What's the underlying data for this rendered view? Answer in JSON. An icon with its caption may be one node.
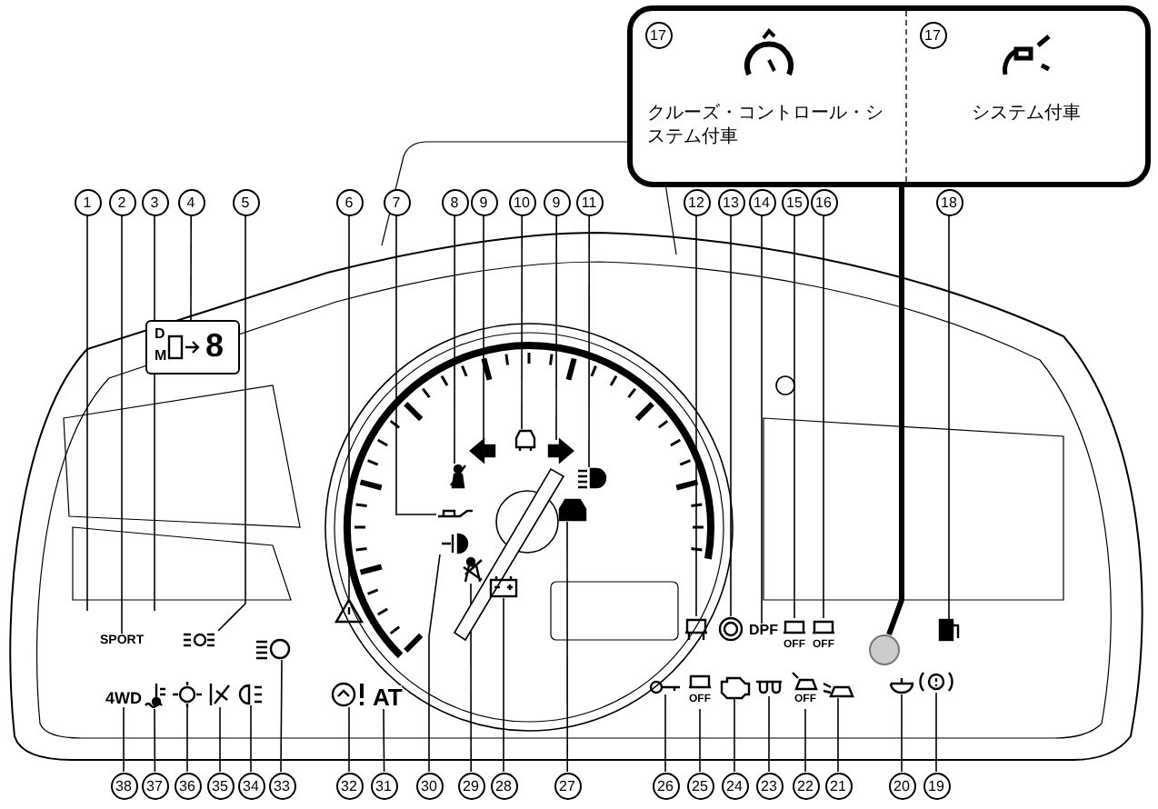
{
  "diagram": {
    "nodes": [
      {
        "text": [
          "1"
        ]
      },
      {
        "text": [
          "2"
        ]
      },
      {
        "text": [
          "3"
        ]
      },
      {
        "text": [
          "4"
        ]
      },
      {
        "text": [
          "5"
        ]
      },
      {
        "text": [
          "6"
        ]
      },
      {
        "text": [
          "7"
        ]
      },
      {
        "text": [
          "8"
        ]
      },
      {
        "text": [
          "9"
        ]
      },
      {
        "text": [
          "10"
        ]
      },
      {
        "text": [
          "9"
        ]
      },
      {
        "text": [
          "11"
        ]
      },
      {
        "text": [
          "12"
        ]
      },
      {
        "text": [
          "13"
        ]
      },
      {
        "text": [
          "14"
        ]
      },
      {
        "text": [
          "15"
        ]
      },
      {
        "text": [
          "16"
        ]
      },
      {
        "text": [
          "18"
        ]
      },
      {
        "text": [
          "38"
        ]
      },
      {
        "text": [
          "37"
        ]
      },
      {
        "text": [
          "36"
        ]
      },
      {
        "text": [
          "35"
        ]
      },
      {
        "text": [
          "34"
        ]
      },
      {
        "text": [
          "33"
        ]
      },
      {
        "text": [
          "32"
        ]
      },
      {
        "text": [
          "31"
        ]
      },
      {
        "text": [
          "30"
        ]
      },
      {
        "text": [
          "29"
        ]
      },
      {
        "text": [
          "28"
        ]
      },
      {
        "text": [
          "27"
        ]
      },
      {
        "text": [
          "26"
        ]
      },
      {
        "text": [
          "25"
        ]
      },
      {
        "text": [
          "24"
        ]
      },
      {
        "text": [
          "23"
        ]
      },
      {
        "text": [
          "22"
        ]
      },
      {
        "text": [
          "21"
        ]
      },
      {
        "text": [
          "20"
        ]
      },
      {
        "text": [
          "19"
        ]
      },
      {
        "text": [],
        "shape": "box"
      },
      {
        "text": [
          "17",
          "クルーズ・コントロール・システム付車"
        ],
        "in": 38
      },
      {
        "text": [
          "17",
          "システム付車"
        ],
        "in": 38
      },
      {
        "text": [],
        "shape": "circle"
      },
      {
        "text": [
          "D",
          "M",
          "8"
        ]
      },
      {
        "text": [
          "SPORT"
        ]
      },
      {
        "text": [],
        "shape": "circle"
      },
      {
        "text": [],
        "shape": "picture"
      },
      {
        "text": [],
        "shape": "picture"
      },
      {
        "text": [],
        "shape": "picture"
      },
      {
        "text": [],
        "shape": "picture"
      },
      {
        "text": [],
        "shape": "picture"
      },
      {
        "text": [],
        "shape": "picture"
      },
      {
        "text": [],
        "shape": "box"
      },
      {
        "text": [],
        "shape": "picture"
      },
      {
        "text": [],
        "shape": "picture"
      },
      {
        "text": [
          "DPF"
        ]
      },
      {
        "text": [
          "OFF"
        ]
      },
      {
        "text": [
          "OFF"
        ]
      },
      {
        "text": [],
        "shape": "box"
      },
      {
        "text": [
          "4WD"
        ]
      },
      {
        "text": [],
        "shape": "circle"
      },
      {
        "text": [],
        "shape": "picture"
      },
      {
        "text": [],
        "shape": "picture"
      },
      {
        "text": [],
        "shape": "picture"
      },
      {
        "text": [],
        "shape": "circle"
      },
      {
        "text": [],
        "shape": "picture"
      },
      {
        "text": [
          "AT"
        ]
      },
      {
        "text": [],
        "shape": "picture"
      },
      {
        "text": [],
        "shape": "circle"
      },
      {
        "text": [],
        "shape": "box"
      },
      {
        "text": [],
        "shape": "box"
      },
      {
        "text": [],
        "shape": "picture"
      },
      {
        "text": [
          "OFF"
        ]
      },
      {
        "text": [],
        "shape": "picture"
      },
      {
        "text": [],
        "shape": "picture"
      },
      {
        "text": [
          "OFF"
        ]
      },
      {
        "text": [],
        "shape": "picture"
      },
      {
        "text": [],
        "shape": "picture"
      },
      {
        "text": [],
        "shape": "circle"
      }
    ],
    "edges": [
      {
        "from": 0,
        "to": null,
        "arrow": "none"
      },
      {
        "from": 1,
        "to": 43,
        "arrow": "none"
      },
      {
        "from": 2,
        "to": null,
        "arrow": "none"
      },
      {
        "from": 3,
        "to": 42,
        "arrow": "none"
      },
      {
        "from": 4,
        "to": 44,
        "arrow": "none"
      },
      {
        "from": 5,
        "to": 45,
        "arrow": "none"
      },
      {
        "from": 6,
        "to": 46,
        "arrow": "none"
      },
      {
        "from": 7,
        "to": 47,
        "arrow": "none"
      },
      {
        "from": 8,
        "to": 48,
        "arrow": "none"
      },
      {
        "from": 9,
        "to": 49,
        "arrow": "none"
      },
      {
        "from": 10,
        "to": 50,
        "arrow": "none"
      },
      {
        "from": 11,
        "to": 51,
        "arrow": "none"
      },
      {
        "from": 12,
        "to": 52,
        "arrow": "none"
      },
      {
        "from": 13,
        "to": 53,
        "arrow": "none"
      },
      {
        "from": 14,
        "to": 54,
        "arrow": "none"
      },
      {
        "from": 15,
        "to": 55,
        "arrow": "none"
      },
      {
        "from": 16,
        "to": 56,
        "arrow": "none"
      },
      {
        "from": 17,
        "to": 57,
        "arrow": "none"
      },
      {
        "from": 18,
        "to": 58,
        "arrow": "none"
      },
      {
        "from": 19,
        "to": 59,
        "arrow": "none"
      },
      {
        "from": 20,
        "to": 60,
        "arrow": "none"
      },
      {
        "from": 21,
        "to": 61,
        "arrow": "none"
      },
      {
        "from": 22,
        "to": 62,
        "arrow": "none"
      },
      {
        "from": 23,
        "to": 63,
        "arrow": "none"
      },
      {
        "from": 24,
        "to": 64,
        "arrow": "none"
      },
      {
        "from": 25,
        "to": 65,
        "arrow": "none"
      },
      {
        "from": 26,
        "to": 66,
        "arrow": "none"
      },
      {
        "from": 27,
        "to": 67,
        "arrow": "none"
      },
      {
        "from": 28,
        "to": 68,
        "arrow": "none"
      },
      {
        "from": 29,
        "to": 69,
        "arrow": "none"
      },
      {
        "from": 30,
        "to": 70,
        "arrow": "none"
      },
      {
        "from": 31,
        "to": 71,
        "arrow": "none"
      },
      {
        "from": 32,
        "to": 72,
        "arrow": "none"
      },
      {
        "from": 33,
        "to": 73,
        "arrow": "none"
      },
      {
        "from": 34,
        "to": 74,
        "arrow": "none"
      },
      {
        "from": 35,
        "to": 75,
        "arrow": "none"
      },
      {
        "from": 36,
        "to": 76,
        "arrow": "none"
      },
      {
        "from": 37,
        "to": 77,
        "arrow": "none"
      },
      {
        "from": 38,
        "to": 41,
        "arrow": "none",
        "style": "thick"
      }
    ]
  }
}
